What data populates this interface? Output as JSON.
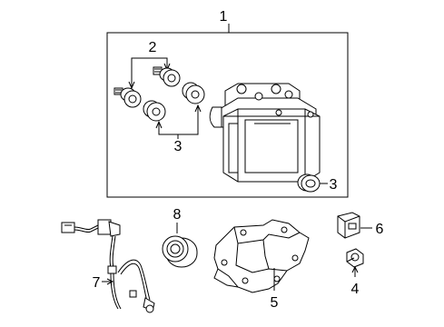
{
  "callouts": {
    "c1": "1",
    "c2": "2",
    "c3a": "3",
    "c3b": "3",
    "c4": "4",
    "c5": "5",
    "c6": "6",
    "c7": "7",
    "c8": "8"
  }
}
